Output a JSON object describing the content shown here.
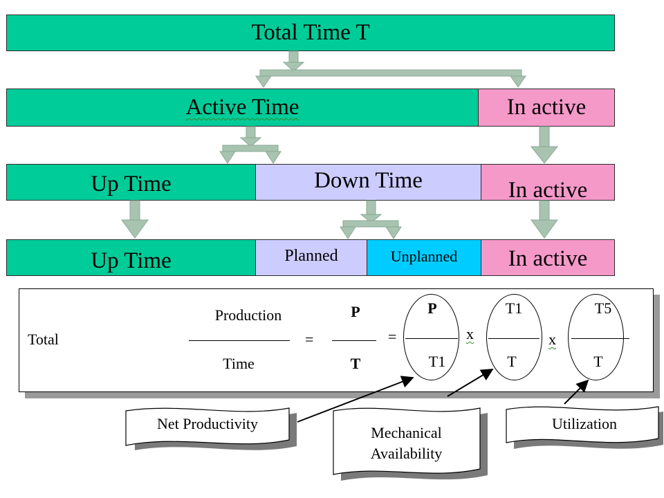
{
  "rows": {
    "row1": {
      "total": "Total Time T"
    },
    "row2": {
      "active": "Active Time",
      "inactive": "In active"
    },
    "row3": {
      "up": "Up Time",
      "down": "Down Time",
      "inactive": "In active"
    },
    "row4": {
      "up": "Up Time",
      "planned": "Planned",
      "unplanned": "Unplanned",
      "inactive": "In active"
    }
  },
  "formula": {
    "label": "Total",
    "frac1_num": "Production",
    "frac1_den": "Time",
    "eq1": "=",
    "frac2_num": "P",
    "frac2_den": "T",
    "eq2": "=",
    "oval1_num": "P",
    "oval1_den": "T1",
    "times1": "x",
    "oval2_num": "T1",
    "oval2_den": "T",
    "times2": "x",
    "oval3_num": "T5",
    "oval3_den": "T"
  },
  "callouts": {
    "net_productivity": "Net Productivity",
    "mechanical_line1": "Mechanical",
    "mechanical_line2": "Availability",
    "utilization": "Utilization"
  },
  "colors": {
    "green": "#00cc99",
    "pink": "#f599c9",
    "lavender": "#ccccff",
    "blue": "#00ccff",
    "arrow": "#a8c4b0"
  }
}
